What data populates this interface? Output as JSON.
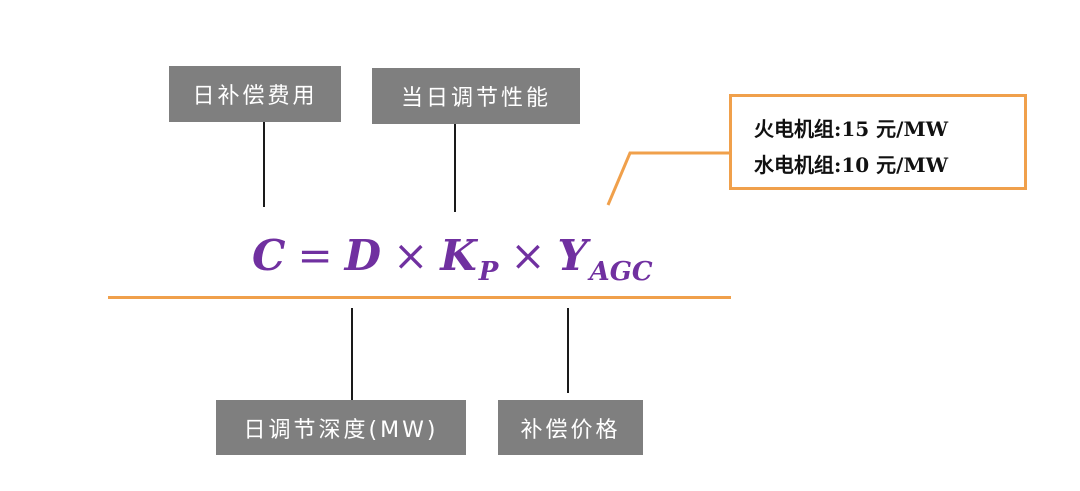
{
  "boxes": {
    "daily_compensation": "日补偿费用",
    "daily_performance": "当日调节性能",
    "regulation_depth": "日调节深度(MW)",
    "compensation_price": "补偿价格"
  },
  "formula": {
    "C": "C",
    "eq": "=",
    "D": "D",
    "times1": "×",
    "K": "K",
    "K_sub": "P",
    "times2": "×",
    "Y": "Y",
    "Y_sub": "AGC"
  },
  "callout": {
    "line1": "火电机组:15 元/MW",
    "line2": "水电机组:10 元/MW"
  },
  "colors": {
    "formula": "#7030a0",
    "accent_orange": "#f0a04b",
    "box_gray": "#7f7f7f"
  }
}
